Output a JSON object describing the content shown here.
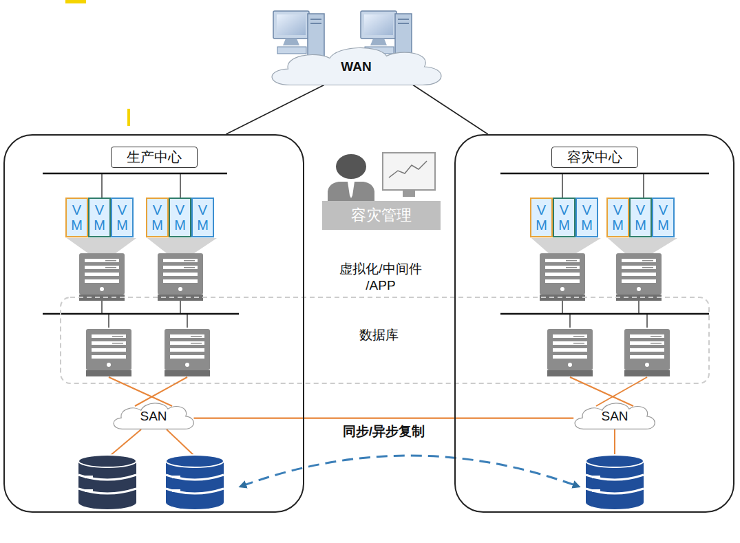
{
  "diagram": {
    "nodes": [
      {
        "text": [
          "WAN"
        ]
      },
      {
        "text": [
          "生产中心"
        ]
      },
      {
        "text": [
          "VM"
        ],
        "in": 1
      },
      {
        "text": [
          "VM"
        ],
        "in": 1
      },
      {
        "text": [
          "VM"
        ],
        "in": 1
      },
      {
        "text": [
          "VM"
        ],
        "in": 1
      },
      {
        "text": [
          "VM"
        ],
        "in": 1
      },
      {
        "text": [
          "VM"
        ],
        "in": 1
      },
      {
        "text": [
          "SAN"
        ],
        "in": 1
      },
      {
        "text": [
          "容灾管理"
        ]
      },
      {
        "text": [
          "容灾中心"
        ]
      },
      {
        "text": [
          "VM"
        ],
        "in": 10
      },
      {
        "text": [
          "VM"
        ],
        "in": 10
      },
      {
        "text": [
          "VM"
        ],
        "in": 10
      },
      {
        "text": [
          "VM"
        ],
        "in": 10
      },
      {
        "text": [
          "VM"
        ],
        "in": 10
      },
      {
        "text": [
          "VM"
        ],
        "in": 10
      },
      {
        "text": [
          "SAN"
        ],
        "in": 10
      }
    ],
    "edges": [
      {
        "from": 0,
        "to": 1,
        "arrow": "none"
      },
      {
        "from": 0,
        "to": 10,
        "arrow": "none"
      },
      {
        "from": 8,
        "to": 17,
        "label": "同步/异步复制",
        "arrow": "none"
      }
    ],
    "labels": [
      "虚拟化/中间件 /APP",
      "数据库"
    ]
  }
}
